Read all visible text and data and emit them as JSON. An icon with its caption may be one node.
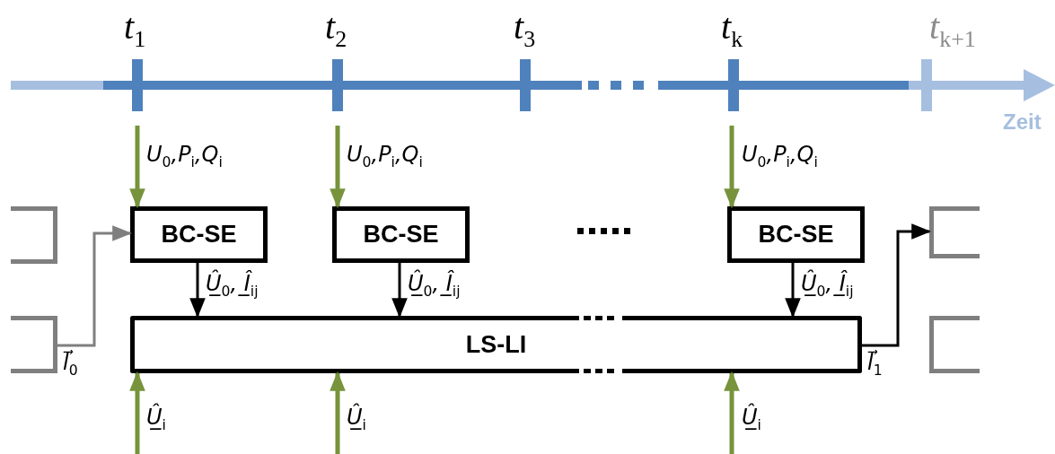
{
  "diagram": {
    "nodes": [
      {
        "text": [],
        "shape": "box"
      },
      {
        "text": [
          "BC-SE"
        ]
      },
      {
        "text": [
          "BC-SE"
        ]
      },
      {
        "text": [
          "BC-SE"
        ]
      },
      {
        "text": [],
        "shape": "box"
      },
      {
        "text": [],
        "shape": "box"
      },
      {
        "text": [
          "LS-LI"
        ]
      },
      {
        "text": [],
        "shape": "box"
      }
    ],
    "edges": [
      {
        "from": null,
        "to": 1,
        "arrow": "to",
        "label": "U$_{0}$,P$_{i}$,Q$_{i}$"
      },
      {
        "from": null,
        "to": 2,
        "arrow": "to",
        "label": "U$_{0}$,P$_{i}$,Q$_{i}$"
      },
      {
        "from": null,
        "to": 3,
        "arrow": "to",
        "label": "U$_{0}$,P$_{i}$,Q$_{i}$"
      },
      {
        "from": 1,
        "to": 6,
        "arrow": "to",
        "label": "Û̲$_{0}$, Î̲$_{ij}$",
        "color": "#000000"
      },
      {
        "from": 2,
        "to": 6,
        "arrow": "to",
        "label": "Û̲$_{0}$, Î̲$_{ij}$",
        "color": "#000000"
      },
      {
        "from": 3,
        "to": 6,
        "arrow": "to",
        "label": "Û̲$_{0}$, Î̲$_{ij}$",
        "color": "#000000"
      },
      {
        "from": 5,
        "to": 1,
        "arrow": "to",
        "label": "l⃗$_{0}$",
        "color": "#7f7f7f"
      },
      {
        "from": 6,
        "to": 4,
        "arrow": "to",
        "label": "l⃗$_{1}$",
        "color": "#000000"
      },
      {
        "from": null,
        "to": 6,
        "arrow": "to",
        "label": "Û̲$_{i}$"
      },
      {
        "from": null,
        "to": 6,
        "arrow": "to",
        "label": "Û̲$_{i}$"
      },
      {
        "from": null,
        "to": 6,
        "arrow": "to",
        "label": "Û̲$_{i}$"
      }
    ],
    "labels": [
      "t$_{1}$",
      "t$_{2}$",
      "t$_{3}$",
      "t$_{k}$",
      "t$_{k+1}$",
      "Zeit"
    ]
  }
}
